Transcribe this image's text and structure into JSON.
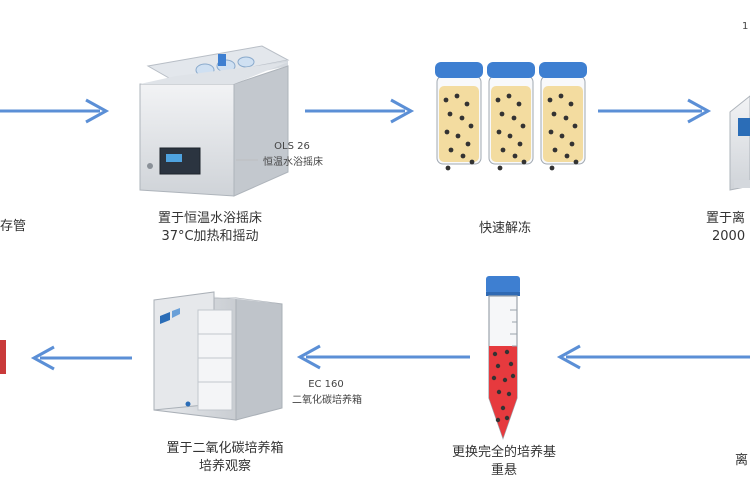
{
  "row1": {
    "step0_label": "存管",
    "bath": {
      "model": "OLS 26",
      "name": "恒温水浴摇床"
    },
    "step1_label_1": "置于恒温水浴摇床",
    "step1_label_2": "37°C加热和摇动",
    "step2_label": "快速解冻",
    "step3_label_1": "置于离",
    "step3_label_2": "2000",
    "corner_mark": "1"
  },
  "row2": {
    "step_right_label": "离",
    "incubator": {
      "model": "EC 160",
      "name": "二氧化碳培养箱"
    },
    "step_incubator_label_1": "置于二氧化碳培养箱",
    "step_incubator_label_2": "培养观察",
    "step_tube_label_1": "更换完全的培养基",
    "step_tube_label_2": "重悬"
  },
  "colors": {
    "arrow": "#5b8fd6",
    "cap": "#3e7fd1",
    "media_yellow": "#f3dca0",
    "media_red": "#e63a3e",
    "cell_dot": "#333333"
  }
}
